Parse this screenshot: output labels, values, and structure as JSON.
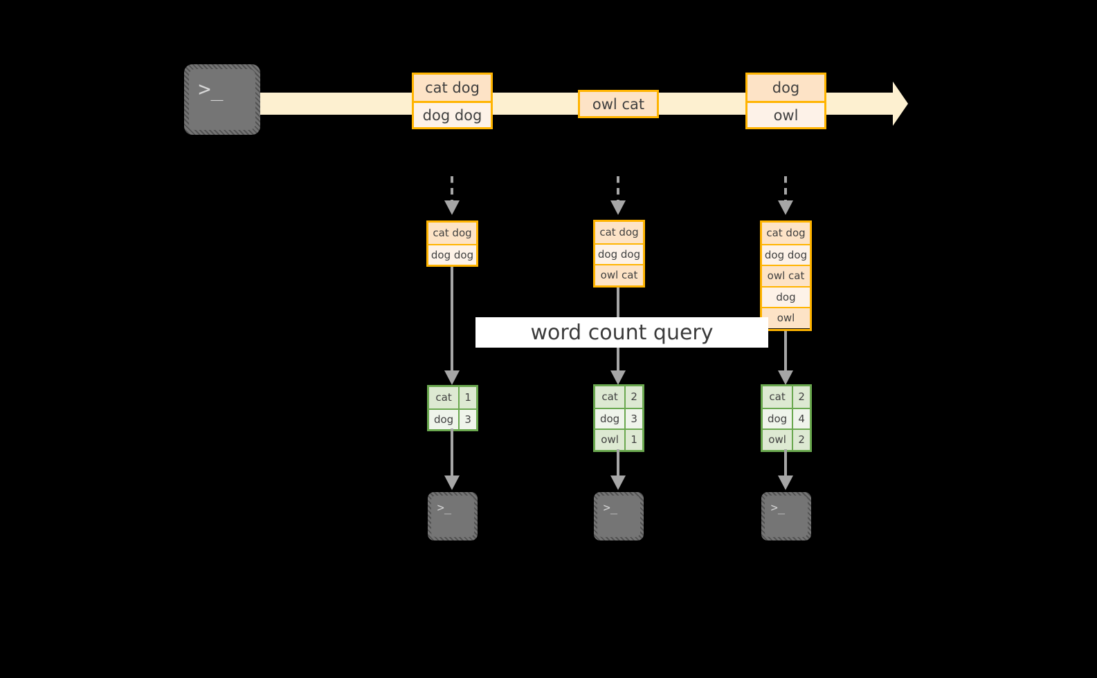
{
  "diagram": {
    "title_label": "word count query",
    "colors": {
      "stream_border": "#ffb400",
      "stream_fill_dark": "#fde3c6",
      "stream_fill_light": "#fdf2e8",
      "timeline_band": "#fdf0d0",
      "result_border": "#6aa84f",
      "result_fill_dark": "#dde9d2",
      "result_fill_light": "#eff4eb",
      "connector": "#a6a6a6",
      "terminal_fill": "#757575",
      "background": "#000000",
      "label_background": "#ffffff"
    },
    "source": {
      "icon": "terminal-icon",
      "glyph": ">_"
    },
    "stream": {
      "events": [
        {
          "lines": [
            "cat dog",
            "dog dog"
          ]
        },
        {
          "lines": [
            "owl cat"
          ]
        },
        {
          "lines": [
            "dog",
            "owl"
          ]
        }
      ]
    },
    "snapshots": [
      {
        "lines": [
          "cat dog",
          "dog dog"
        ]
      },
      {
        "lines": [
          "cat dog",
          "dog dog",
          "owl cat"
        ]
      },
      {
        "lines": [
          "cat dog",
          "dog dog",
          "owl cat",
          "dog",
          "owl"
        ]
      }
    ],
    "results": [
      {
        "rows": [
          {
            "word": "cat",
            "count": "1"
          },
          {
            "word": "dog",
            "count": "3"
          }
        ]
      },
      {
        "rows": [
          {
            "word": "cat",
            "count": "2"
          },
          {
            "word": "dog",
            "count": "3"
          },
          {
            "word": "owl",
            "count": "1"
          }
        ]
      },
      {
        "rows": [
          {
            "word": "cat",
            "count": "2"
          },
          {
            "word": "dog",
            "count": "4"
          },
          {
            "word": "owl",
            "count": "2"
          }
        ]
      }
    ],
    "sinks": [
      {
        "icon": "terminal-icon",
        "glyph": ">_"
      },
      {
        "icon": "terminal-icon",
        "glyph": ">_"
      },
      {
        "icon": "terminal-icon",
        "glyph": ">_"
      }
    ]
  }
}
